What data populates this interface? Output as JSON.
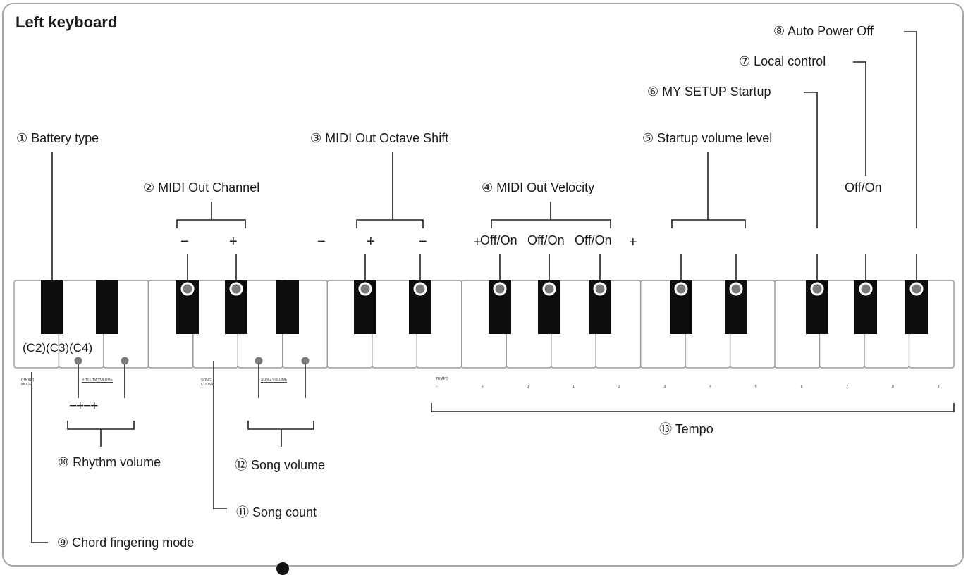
{
  "title": "Left keyboard",
  "labels": {
    "battery": "① Battery type",
    "midi_channel": "② MIDI Out Channel",
    "octave_shift": "③ MIDI Out Octave Shift",
    "velocity": "④ MIDI Out Velocity",
    "startup_volume": "⑤ Startup volume level",
    "my_setup": "⑥ MY SETUP Startup",
    "local_control": "⑦ Local control",
    "auto_power_off": "⑧ Auto Power Off",
    "chord_mode": "⑨ Chord fingering mode",
    "rhythm_volume": "⑩ Rhythm volume",
    "song_count": "⑪ Song count",
    "song_volume": "⑫ Song volume",
    "tempo": "⑬ Tempo"
  },
  "signs": {
    "minus": "−",
    "plus": "+",
    "off_on": "Off/On",
    "chord_notes": "(C2)(C3)(C4)",
    "rhythm_signs": "−+−+"
  },
  "key_panel": {
    "chord_mode": "CHORD MODE",
    "rhythm_volume": "RHYTHM VOLUME",
    "song_count": "SONG COUNT",
    "song_volume": "SONG VOLUME",
    "tempo": "TEMPO",
    "tempo_keys": [
      "−",
      "+",
      "0",
      "1",
      "2",
      "3",
      "4",
      "5",
      "6",
      "7",
      "8",
      "9"
    ]
  }
}
